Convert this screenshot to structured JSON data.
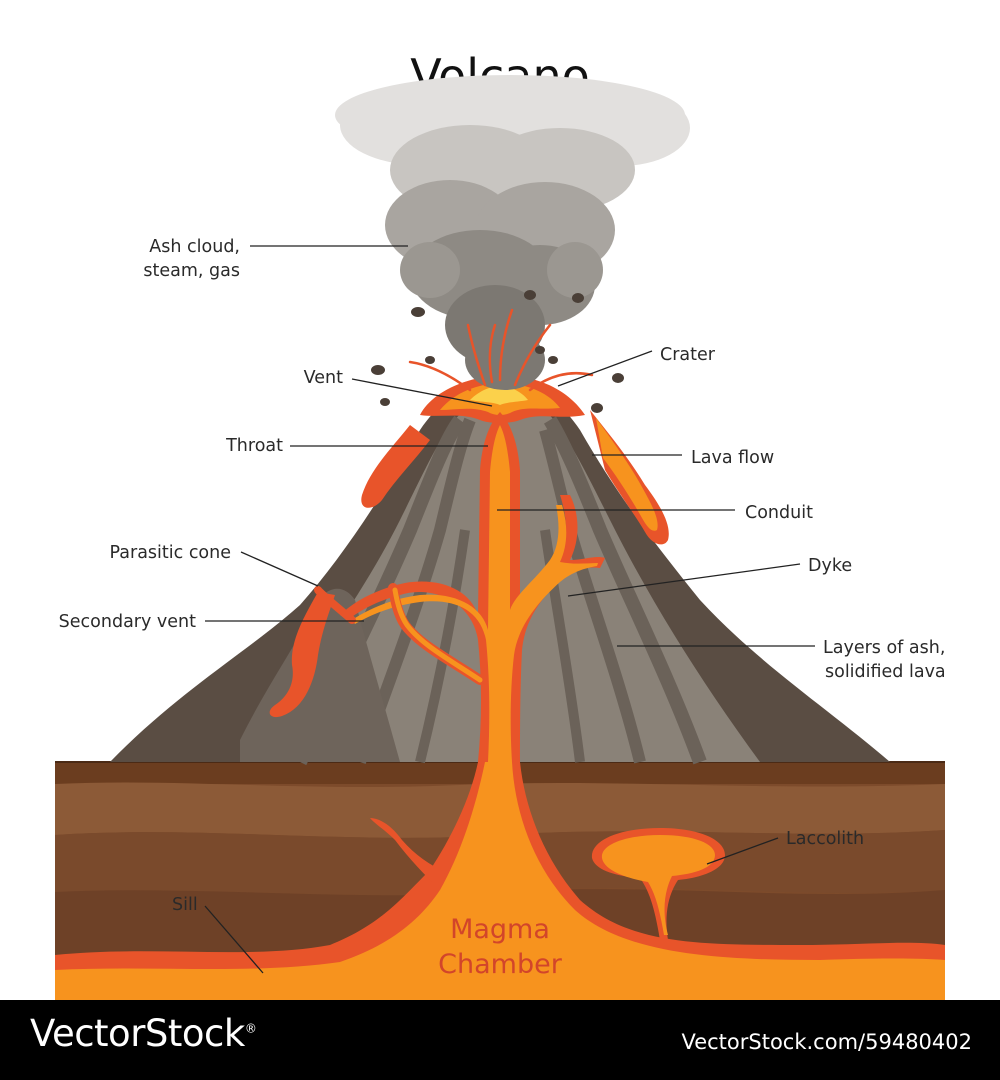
{
  "title": "Volcano",
  "labels": {
    "ash_cloud_1": "Ash cloud,",
    "ash_cloud_2": "steam, gas",
    "crater": "Crater",
    "vent": "Vent",
    "throat": "Throat",
    "lava_flow": "Lava flow",
    "conduit": "Conduit",
    "parasitic_cone": "Parasitic cone",
    "dyke": "Dyke",
    "secondary_vent": "Secondary vent",
    "layers_1": "Layers of ash,",
    "layers_2": "solidified lava",
    "laccolith": "Laccolith",
    "sill": "Sill",
    "magma_1": "Magma",
    "magma_2": "Chamber"
  },
  "footer": {
    "brand": "VectorStock",
    "registered_mark": "®",
    "image_id": "VectorStock.com/59480402"
  },
  "colors": {
    "lava_orange": "#f7931e",
    "lava_red": "#e8542a",
    "rock_dark": "#5a4d43",
    "rock_light": "#8a8278",
    "soil_dark": "#6b3d1f",
    "soil_mid": "#8c5a37",
    "smoke": "#8e8a84"
  }
}
